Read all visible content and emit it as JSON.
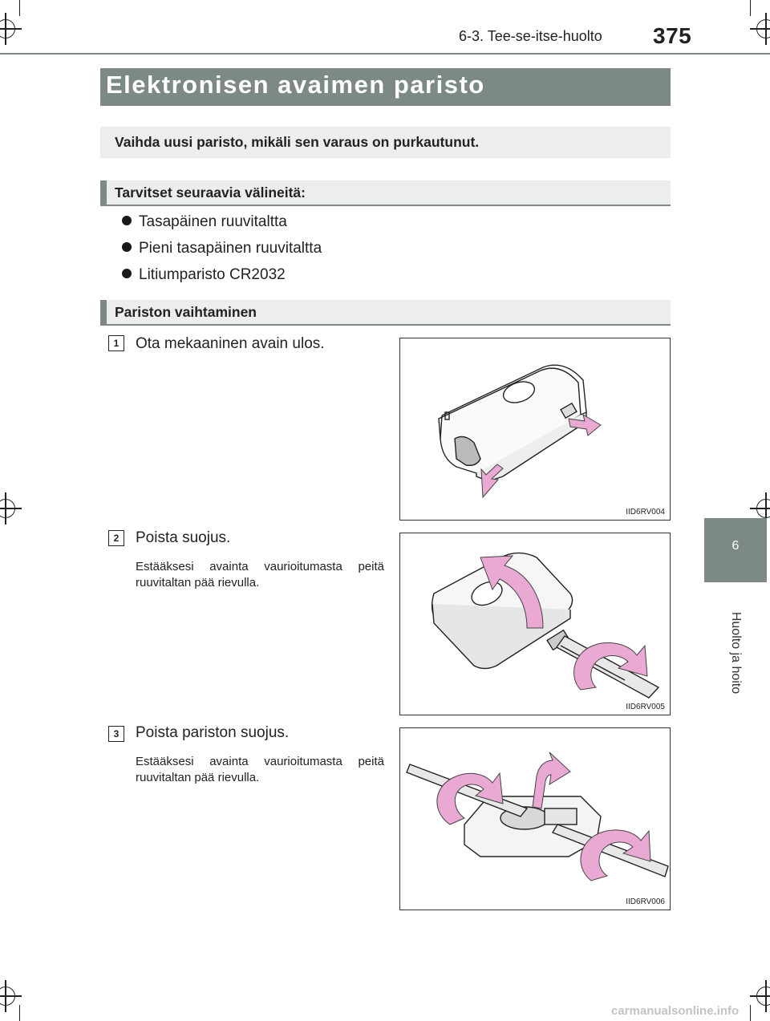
{
  "header": {
    "section": "6-3. Tee-se-itse-huolto",
    "page_number": "375"
  },
  "side_tab": {
    "chapter_number": "6",
    "chapter_title": "Huolto ja hoito"
  },
  "title": "Elektronisen avaimen paristo",
  "intro": "Vaihda uusi paristo, mikäli sen varaus on purkautunut.",
  "tools": {
    "heading": "Tarvitset seuraavia välineitä:",
    "items": [
      "Tasapäinen ruuvitaltta",
      "Pieni tasapäinen ruuvitaltta",
      "Litiumparisto CR2032"
    ]
  },
  "replacement": {
    "heading": "Pariston vaihtaminen",
    "steps": [
      {
        "number": "1",
        "text": "Ota mekaaninen avain ulos.",
        "note": "",
        "figure_code": "IID6RV004"
      },
      {
        "number": "2",
        "text": "Poista suojus.",
        "note": "Estääksesi avainta vaurioitumasta peitä ruuvitaltan pää rievulla.",
        "figure_code": "IID6RV005"
      },
      {
        "number": "3",
        "text": "Poista pariston suojus.",
        "note": "Estääksesi avainta vaurioitumasta peitä ruuvitaltan pää rievulla.",
        "figure_code": "IID6RV006"
      }
    ]
  },
  "watermark": "carmanualsonline.info",
  "colors": {
    "header_gray": "#7d8983",
    "box_gray": "#eceeec",
    "arrow_pink": "#e9a9d3"
  }
}
